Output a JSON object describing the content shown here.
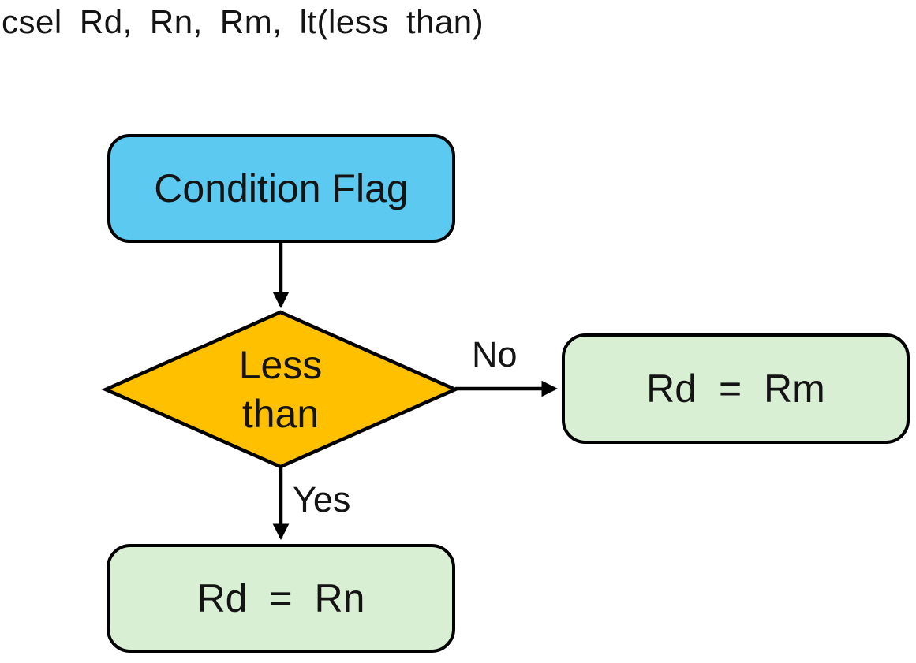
{
  "title": "csel Rd, Rn, Rm, lt(less than)",
  "colors": {
    "process_fill": "#5BC9F0",
    "decision_fill": "#FFC000",
    "result_fill": "#D9EFD3",
    "stroke": "#000000",
    "background": "#FFFFFF",
    "text": "#141414"
  },
  "flowchart": {
    "nodes": {
      "condition": {
        "type": "process",
        "label": "Condition Flag"
      },
      "decision": {
        "type": "decision",
        "line1": "Less",
        "line2": "than"
      },
      "no_result": {
        "type": "result",
        "label": "Rd = Rm"
      },
      "yes_result": {
        "type": "result",
        "label": "Rd = Rn"
      }
    },
    "edges": {
      "condition_to_decision": {
        "label": ""
      },
      "decision_to_no": {
        "label": "No"
      },
      "decision_to_yes": {
        "label": "Yes"
      }
    }
  }
}
